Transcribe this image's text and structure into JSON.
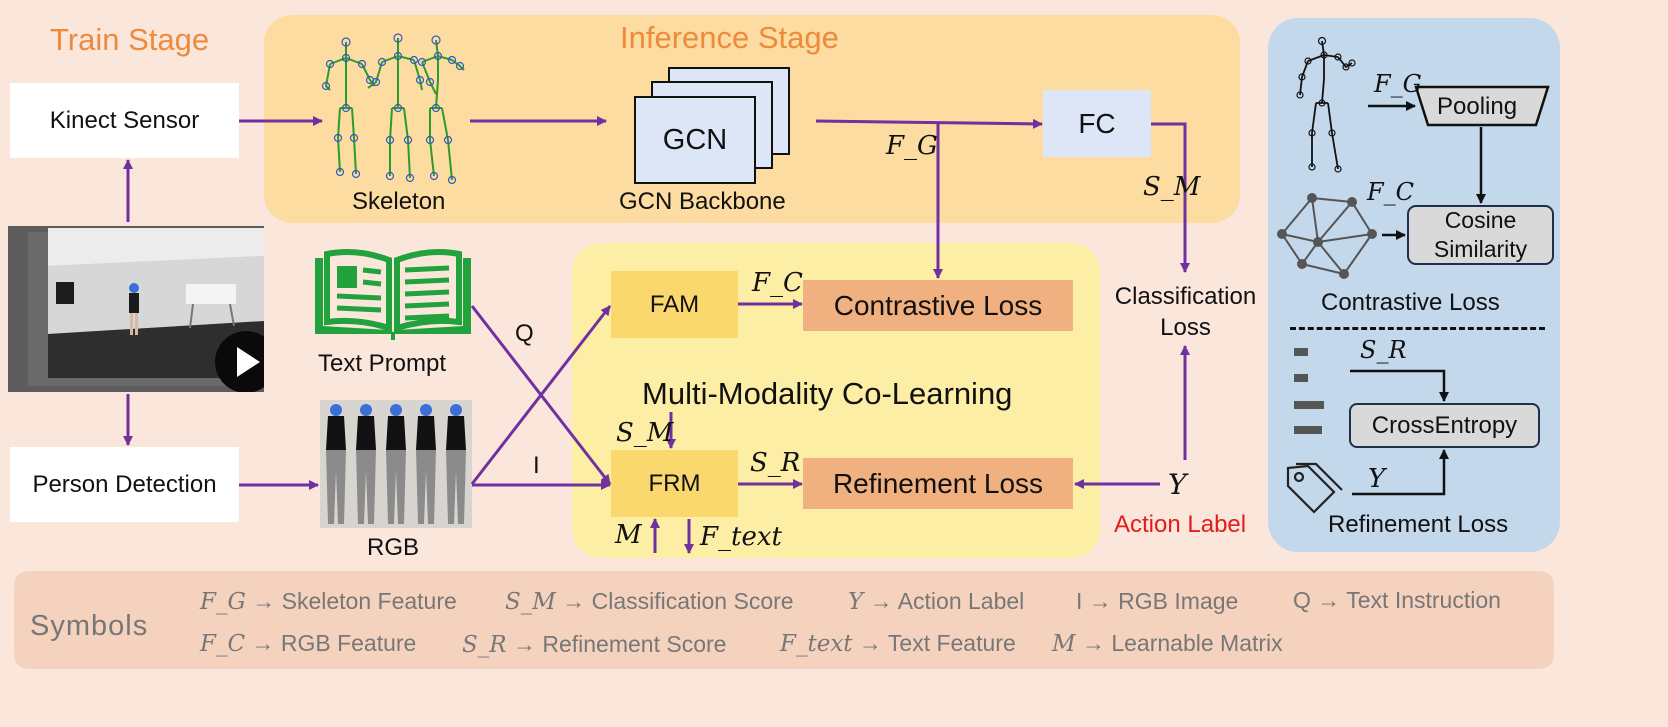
{
  "stages": {
    "train": "Train Stage",
    "inference": "Inference Stage"
  },
  "nodes": {
    "kinect": "Kinect Sensor",
    "person_detection": "Person Detection",
    "skeleton": "Skeleton",
    "gcn": "GCN",
    "gcn_backbone": "GCN Backbone",
    "fc": "FC",
    "text_prompt": "Text Prompt",
    "rgb": "RGB",
    "fam": "FAM",
    "frm": "FRM",
    "contrastive_loss": "Contrastive Loss",
    "refinement_loss": "Refinement Loss",
    "co_learning": "Multi-Modality Co-Learning",
    "classification_loss": "Classification Loss",
    "action_label": "Action Label"
  },
  "edge_labels": {
    "q": "Q",
    "i": "I",
    "f_g": "F_G",
    "f_c": "F_C",
    "s_m": "S_M",
    "s_r": "S_R",
    "m": "M",
    "f_text": "F_text",
    "y": "Y"
  },
  "right_panel": {
    "pooling": "Pooling",
    "cosine_similarity": "Cosine Similarity",
    "contrastive_loss": "Contrastive Loss",
    "cross_entropy": "CrossEntropy",
    "refinement_loss": "Refinement Loss"
  },
  "symbols": {
    "title": "Symbols",
    "entries": [
      {
        "sym": "F_G",
        "desc": "→ Skeleton Feature"
      },
      {
        "sym": "S_M",
        "desc": "→ Classification Score"
      },
      {
        "sym": "Y",
        "desc": "→ Action Label"
      },
      {
        "sym": "I",
        "desc": "→ RGB Image"
      },
      {
        "sym": "Q",
        "desc": "→ Text Instruction"
      },
      {
        "sym": "F_C",
        "desc": "→ RGB Feature"
      },
      {
        "sym": "S_R",
        "desc": "→ Refinement Score"
      },
      {
        "sym": "F_text",
        "desc": "→ Text Feature"
      },
      {
        "sym": "M",
        "desc": "→ Learnable Matrix"
      }
    ]
  },
  "colors": {
    "background": "#fbe6dc",
    "inference_region": "#fcdca0",
    "colearning_region": "#fdeea6",
    "right_panel": "#c4d8ec",
    "module_yellow": "#fbd86e",
    "loss_orange": "#f0b07f",
    "light_blue_box": "#dce6f6",
    "arrow_purple": "#7030a0",
    "stage_orange": "#ee8a3c",
    "action_label_red": "#e31c1c",
    "symbols_bar": "#f5d2be",
    "book_green": "#21a23d"
  },
  "icons": [
    "skeleton-figure-icon",
    "book-icon",
    "play-icon",
    "tag-icon",
    "graph-icon",
    "video-frame-image",
    "rgb-frames-image"
  ]
}
